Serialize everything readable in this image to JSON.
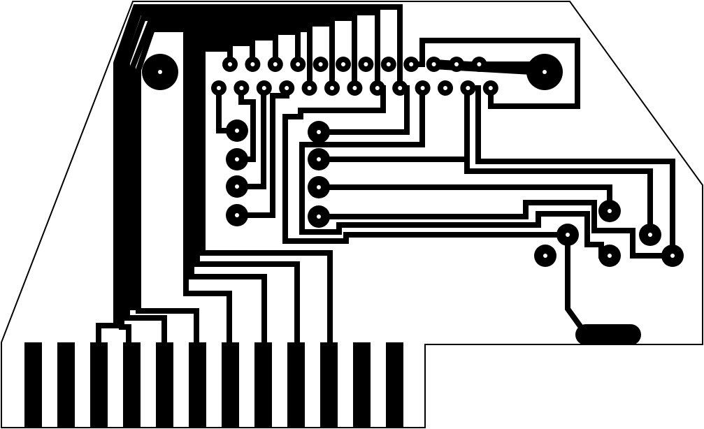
{
  "board": {
    "background": "#ffffff",
    "copper_color": "#000000",
    "drill_color": "#ffffff",
    "outline_color": "#000000"
  },
  "counts": {
    "edge_fingers": 12,
    "header_pins_top_row": 12,
    "header_pins_bottom_row": 13,
    "mounting_holes": 2,
    "component_pads": 14
  }
}
